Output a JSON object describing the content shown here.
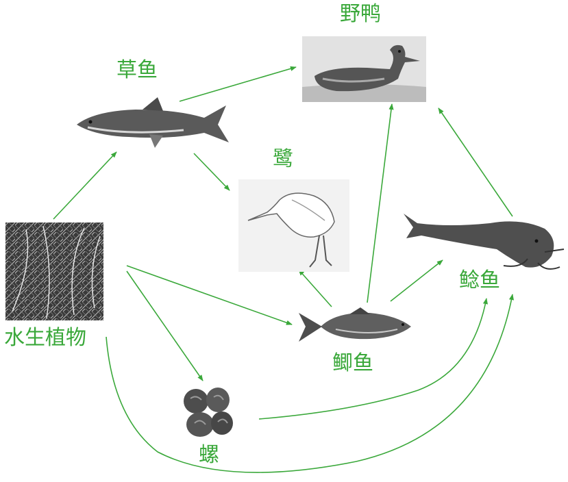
{
  "diagram": {
    "type": "food-web",
    "arrow_color": "#3aa83a",
    "organisms": [
      {
        "id": "plants",
        "label": "水生植物",
        "icon": "aquatic-plant-photo"
      },
      {
        "id": "grass_carp",
        "label": "草鱼",
        "icon": "grass-carp-photo"
      },
      {
        "id": "duck",
        "label": "野鸭",
        "icon": "wild-duck-photo"
      },
      {
        "id": "egret",
        "label": "鹭",
        "icon": "egret-photo"
      },
      {
        "id": "crucian",
        "label": "鲫鱼",
        "icon": "crucian-carp-photo"
      },
      {
        "id": "catfish",
        "label": "鲶鱼",
        "icon": "catfish-photo"
      },
      {
        "id": "snail",
        "label": "螺",
        "icon": "snail-photo"
      }
    ],
    "links": [
      {
        "from": "plants",
        "to": "grass_carp"
      },
      {
        "from": "plants",
        "to": "crucian"
      },
      {
        "from": "plants",
        "to": "snail"
      },
      {
        "from": "plants",
        "to": "catfish"
      },
      {
        "from": "grass_carp",
        "to": "duck"
      },
      {
        "from": "grass_carp",
        "to": "egret"
      },
      {
        "from": "crucian",
        "to": "egret"
      },
      {
        "from": "crucian",
        "to": "duck"
      },
      {
        "from": "crucian",
        "to": "catfish"
      },
      {
        "from": "catfish",
        "to": "duck"
      },
      {
        "from": "snail",
        "to": "catfish"
      }
    ]
  }
}
